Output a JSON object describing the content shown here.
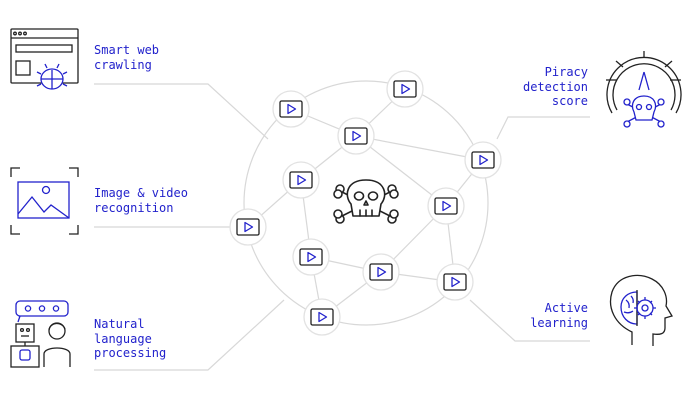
{
  "features": [
    {
      "id": "smart-web-crawling",
      "lines": [
        "Smart web",
        "crawling"
      ],
      "icon": "browser-bug-icon"
    },
    {
      "id": "image-video-recognition",
      "lines": [
        "Image & video",
        "recognition"
      ],
      "icon": "image-frame-icon"
    },
    {
      "id": "natural-language-processing",
      "lines": [
        "Natural",
        "language",
        "processing"
      ],
      "icon": "robot-person-chat-icon"
    },
    {
      "id": "piracy-detection-score",
      "lines": [
        "Piracy",
        "detection",
        "score"
      ],
      "icon": "gauge-skull-icon"
    },
    {
      "id": "active-learning",
      "lines": [
        "Active",
        "learning"
      ],
      "icon": "head-brain-icon"
    }
  ],
  "center_icon": "skull-crossbones-icon",
  "node_icon": "video-play-icon",
  "colors": {
    "accent": "#2222cc",
    "line": "#d8d8d8",
    "icon_stroke": "#222222"
  }
}
